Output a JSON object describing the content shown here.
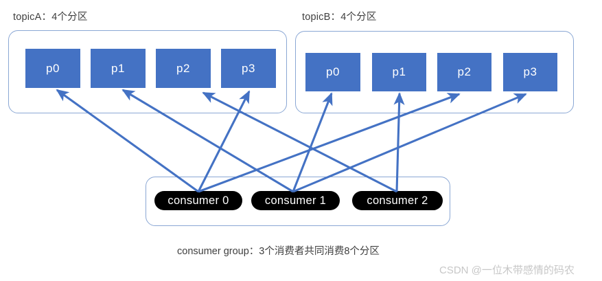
{
  "diagram": {
    "title_hidden": "",
    "accent_blue": "#4472C4",
    "line_blue": "#4472C4",
    "box_border": "#8aa7d4",
    "consumer_fill": "#000000",
    "watermark": "CSDN @一位木带感情的码农",
    "caption": "consumer group：3个消费者共同消费8个分区"
  },
  "topics": [
    {
      "id": "topicA",
      "label": "topicA：4个分区",
      "partitions": [
        {
          "name": "p0"
        },
        {
          "name": "p1"
        },
        {
          "name": "p2"
        },
        {
          "name": "p3"
        }
      ]
    },
    {
      "id": "topicB",
      "label": "topicB：4个分区",
      "partitions": [
        {
          "name": "p0"
        },
        {
          "name": "p1"
        },
        {
          "name": "p2"
        },
        {
          "name": "p3"
        }
      ]
    }
  ],
  "consumer_group": {
    "consumers": [
      {
        "label": "consumer 0"
      },
      {
        "label": "consumer 1"
      },
      {
        "label": "consumer 2"
      }
    ]
  },
  "assignments": [
    {
      "consumer": "consumer 0",
      "targets": [
        "topicA.p0",
        "topicA.p3",
        "topicB.p2"
      ]
    },
    {
      "consumer": "consumer 1",
      "targets": [
        "topicA.p1",
        "topicB.p0",
        "topicB.p3"
      ]
    },
    {
      "consumer": "consumer 2",
      "targets": [
        "topicA.p2",
        "topicB.p1"
      ]
    }
  ]
}
